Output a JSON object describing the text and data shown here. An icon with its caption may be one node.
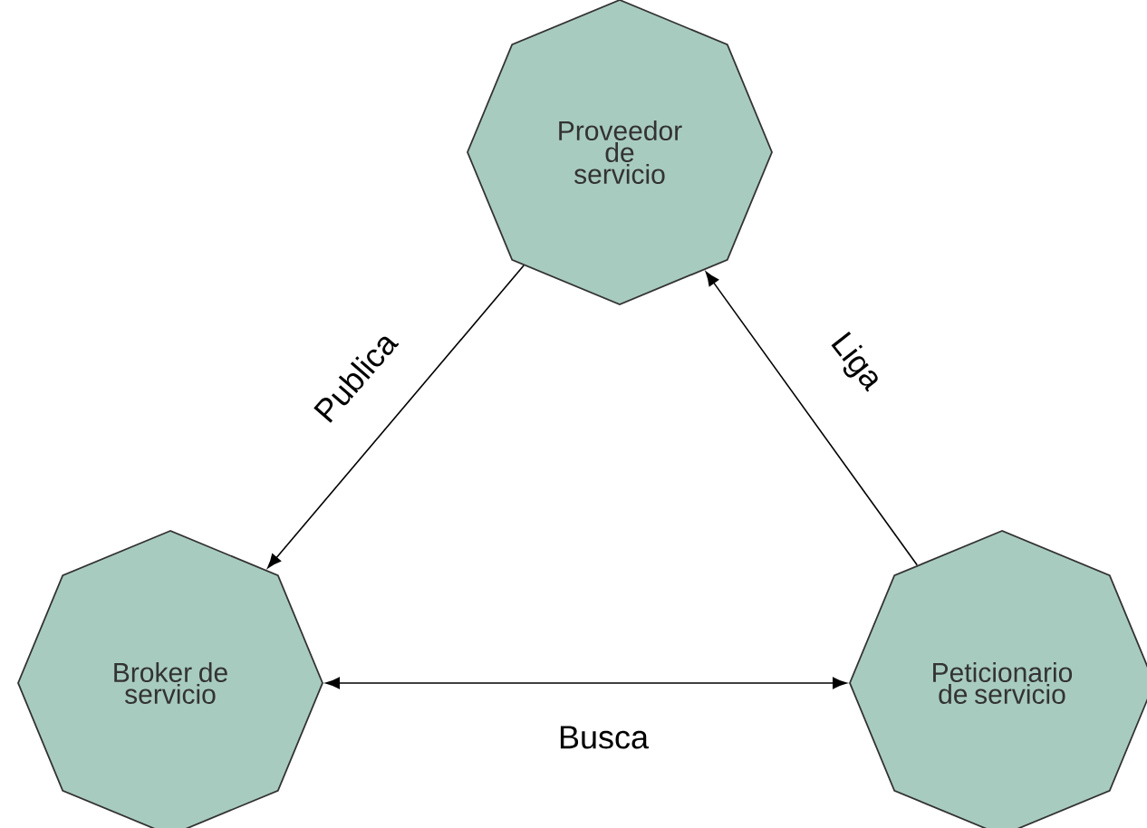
{
  "diagram": {
    "nodes": [
      {
        "text": [
          "Proveedor de servicio"
        ]
      },
      {
        "text": [
          "Broker de servicio"
        ]
      },
      {
        "text": [
          "Peticionario de servicio"
        ]
      }
    ],
    "edges": [
      {
        "from": 0,
        "to": 1,
        "arrow": "to",
        "label": "Publica"
      },
      {
        "from": 2,
        "to": 0,
        "arrow": "to",
        "label": "Liga"
      },
      {
        "from": 1,
        "to": 2,
        "arrow": "both",
        "label": "Busca"
      }
    ]
  }
}
